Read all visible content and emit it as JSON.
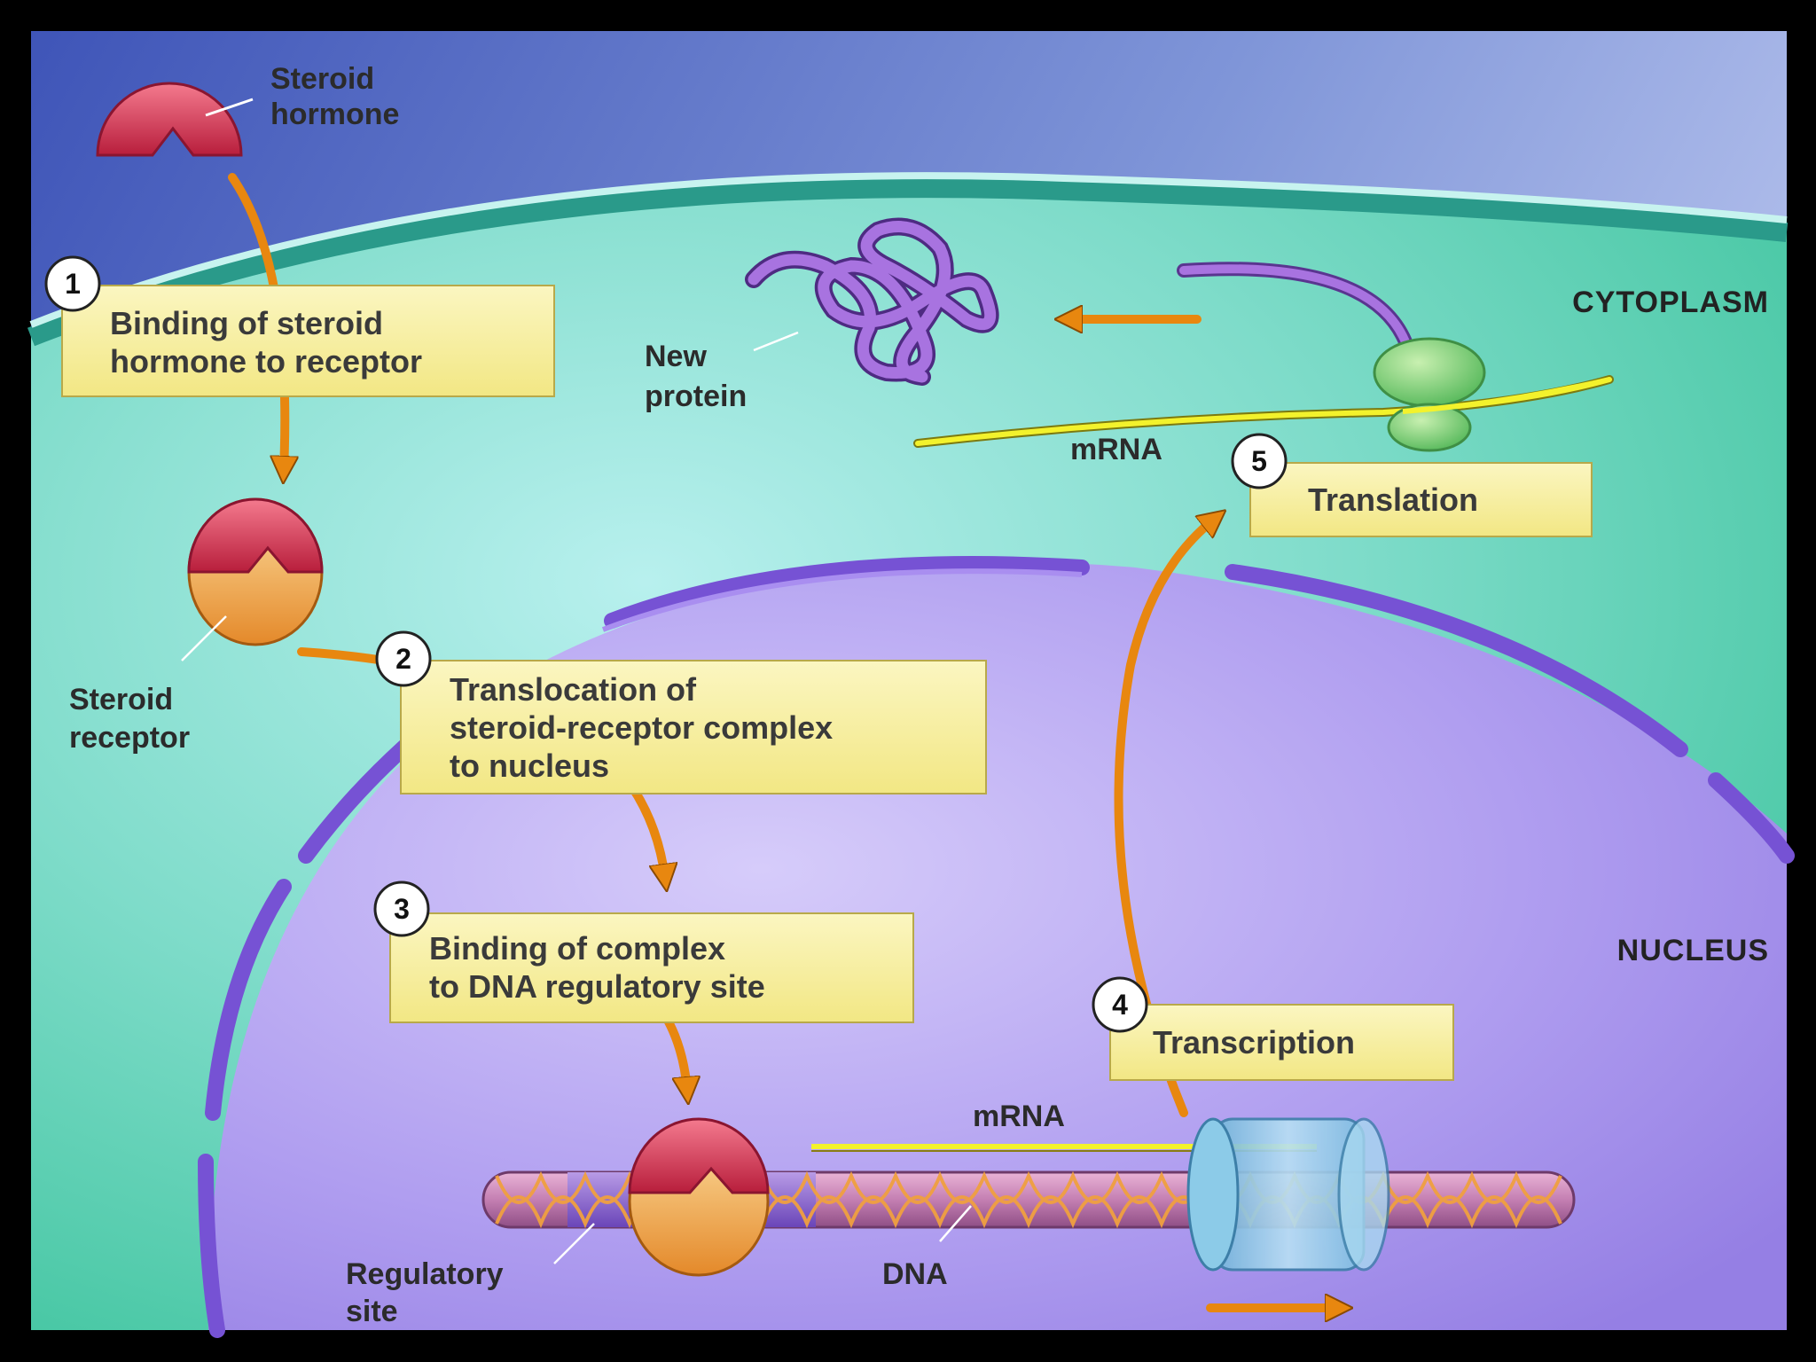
{
  "labels": {
    "steroid_hormone": [
      "Steroid",
      "hormone"
    ],
    "steroid_receptor": [
      "Steroid",
      "receptor"
    ],
    "new_protein": [
      "New",
      "protein"
    ],
    "mrna_cytoplasm": "mRNA",
    "mrna_nucleus": "mRNA",
    "dna": "DNA",
    "regulatory_site": [
      "Regulatory",
      "site"
    ],
    "cytoplasm": "CYTOPLASM",
    "nucleus": "NUCLEUS"
  },
  "steps": [
    {
      "number": "1",
      "lines": [
        "Binding of steroid",
        "hormone to receptor"
      ]
    },
    {
      "number": "2",
      "lines": [
        "Translocation of",
        "steroid-receptor complex",
        "to nucleus"
      ]
    },
    {
      "number": "3",
      "lines": [
        "Binding of complex",
        "to DNA regulatory site"
      ]
    },
    {
      "number": "4",
      "lines": [
        "Transcription"
      ]
    },
    {
      "number": "5",
      "lines": [
        "Translation"
      ]
    }
  ],
  "colors": {
    "background_top": "#5f74c8",
    "cytoplasm": "#72dcc9",
    "nucleus": "#b7a6f4",
    "membrane": "#2d9e8c",
    "nuclear_envelope": "#7a55d6",
    "arrow": "#e8870f",
    "step_box": "#f6f0a3",
    "hormone": "#d8344f",
    "receptor": "#f2a63a",
    "protein": "#9b62d6",
    "mrna": "#e8ec2e",
    "ribosome": "#7ccf79",
    "polymerase": "#8cc9e8"
  }
}
